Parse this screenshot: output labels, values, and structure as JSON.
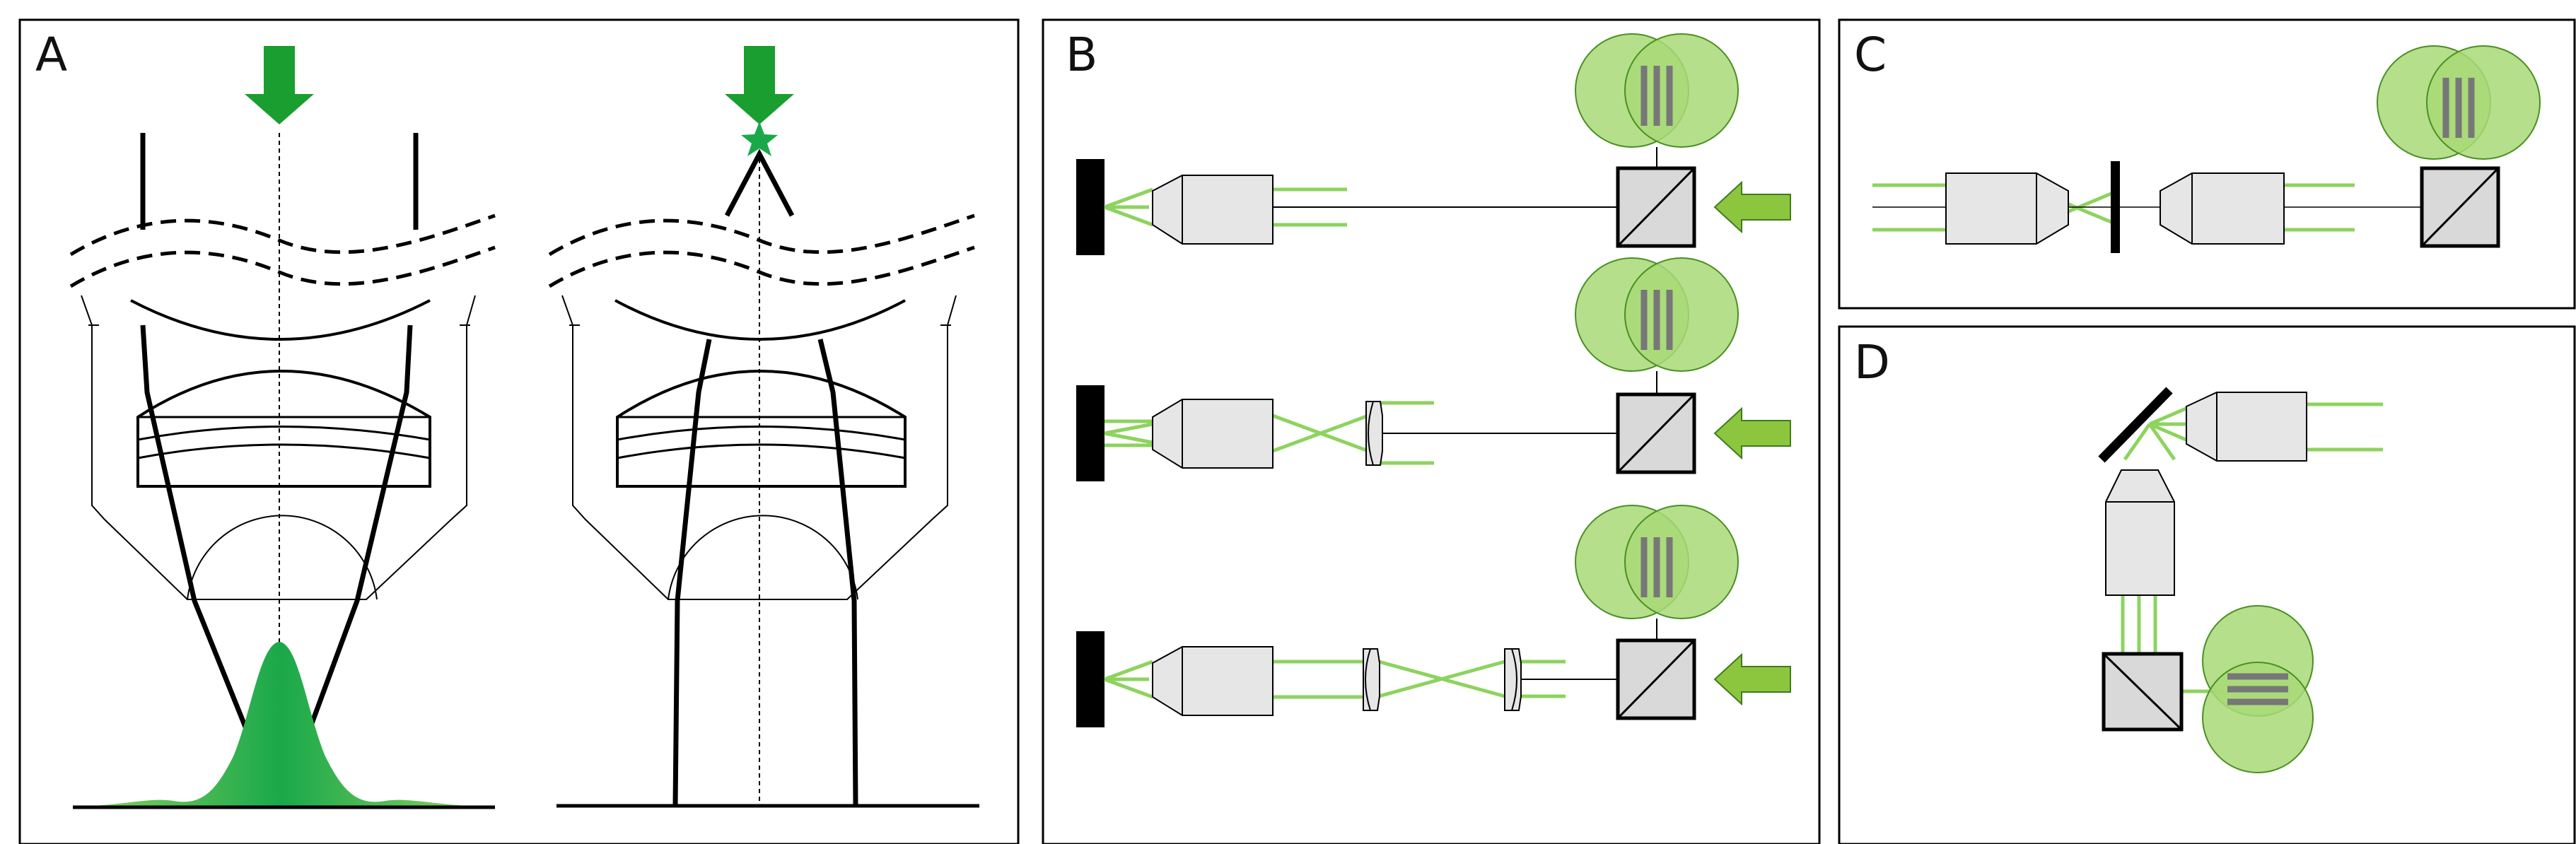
{
  "panels": {
    "a": {
      "label": "A"
    },
    "b": {
      "label": "B"
    },
    "c": {
      "label": "C"
    },
    "d": {
      "label": "D"
    }
  },
  "colors": {
    "beam_green": "#8dd35f",
    "arrow_green_dark": "#1a9e2f",
    "arrow_green_light": "#8cc63f",
    "fringe_fill": "#a8d977",
    "fringe_stroke": "#4a8f22",
    "fringe_lines": "#777777",
    "optic_fill": "#e6e6e6",
    "beamsplitter_fill": "#d9d9d9",
    "line": "#000000"
  },
  "icons": {
    "incoming_light_arrow": "down-arrow-icon",
    "point_source": "star-icon",
    "light_input_arrow": "left-arrow-icon",
    "camera_fringes": "overlapping-circles-icon"
  }
}
